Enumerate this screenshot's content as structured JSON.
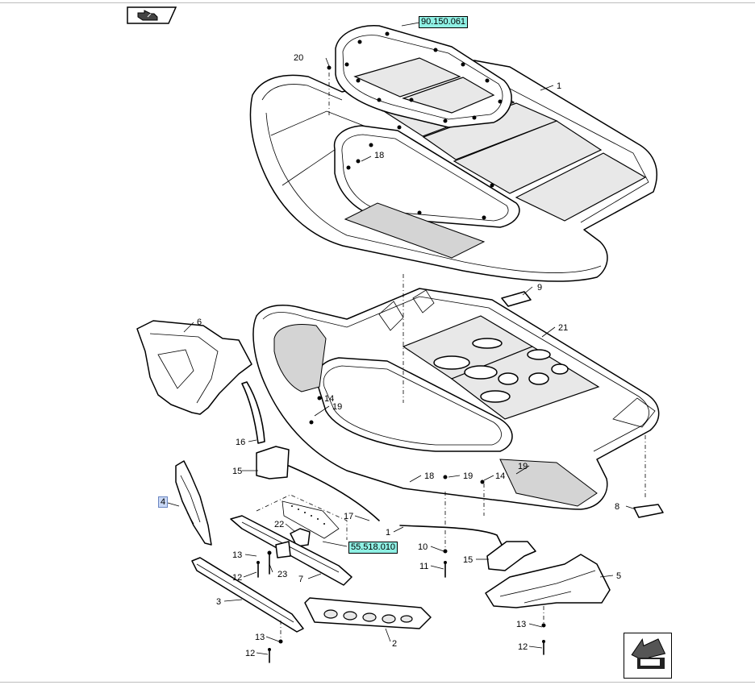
{
  "references": {
    "top": "90.150.061",
    "bottom": "55.518.010"
  },
  "callouts": [
    "20",
    "1",
    "18",
    "9",
    "21",
    "6",
    "14",
    "19",
    "16",
    "15",
    "4",
    "18",
    "19",
    "14",
    "19",
    "17",
    "1",
    "22",
    "8",
    "13",
    "23",
    "7",
    "10",
    "11",
    "15",
    "5",
    "12",
    "3",
    "2",
    "13",
    "12",
    "13",
    "12"
  ],
  "labels": {
    "n20": "20",
    "n1a": "1",
    "n18a": "18",
    "n9": "9",
    "n21": "21",
    "n6": "6",
    "n14a": "14",
    "n19a": "19",
    "n16": "16",
    "n15a": "15",
    "n18b": "18",
    "n19b": "19",
    "n14b": "14",
    "n19c": "19",
    "n17": "17",
    "n1b": "1",
    "n22": "22",
    "n8": "8",
    "n13a": "13",
    "n23": "23",
    "n7": "7",
    "n10": "10",
    "n11": "11",
    "n15b": "15",
    "n5": "5",
    "n12a": "12",
    "n3": "3",
    "n2": "2",
    "n13b": "13",
    "n12b": "12",
    "n13c": "13",
    "n12c": "12",
    "n4": "4"
  },
  "icons": {
    "top_left": "hand-pointer-icon",
    "bottom_right": "return-arrow-icon"
  }
}
